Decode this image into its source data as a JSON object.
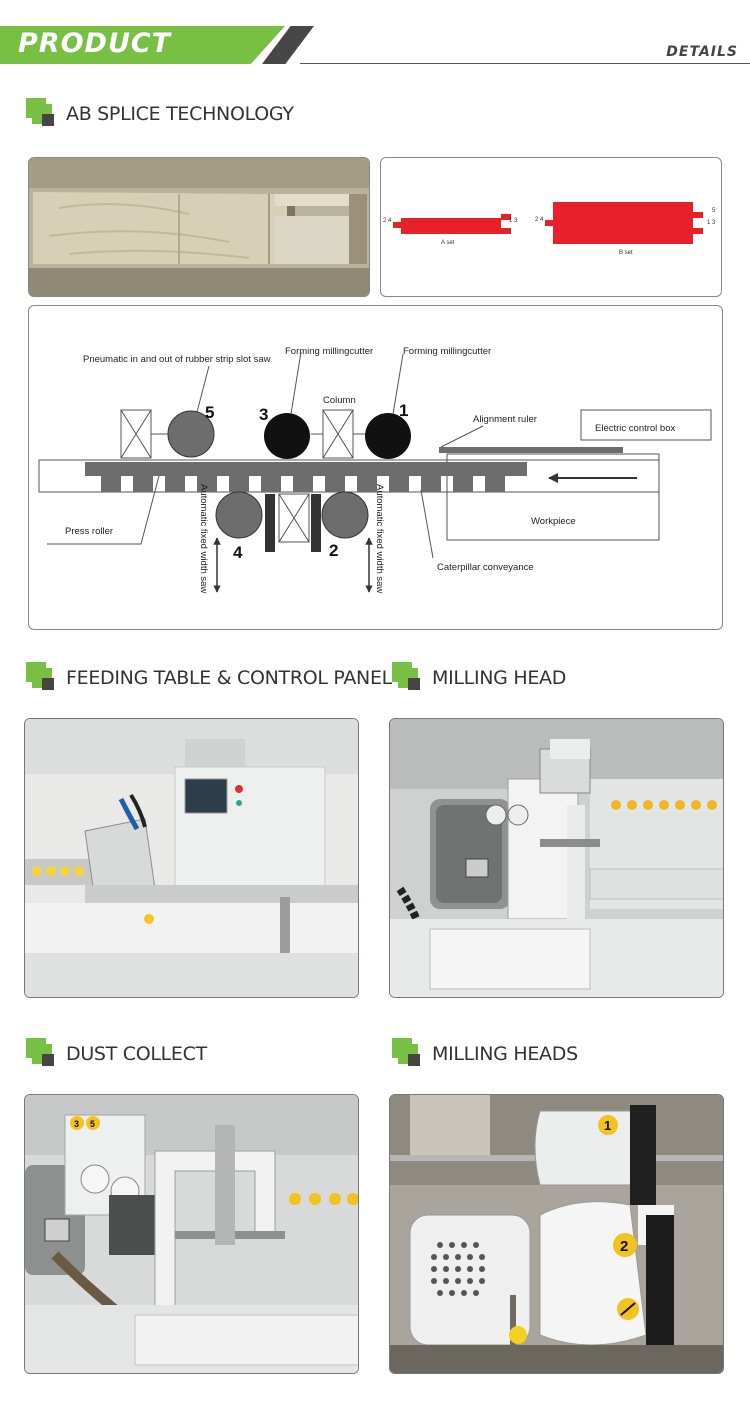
{
  "header": {
    "title": "PRODUCT",
    "details": "DETAILS"
  },
  "sections": {
    "ab_splice": "AB SPLICE TECHNOLOGY",
    "feeding": "FEEDING TABLE & CONTROL PANEL",
    "milling_head": "MILLING HEAD",
    "dust": "DUST COLLECT",
    "milling_heads": "MILLING HEADS"
  },
  "sets_diagram": {
    "a_set": "A set",
    "b_set": "B set",
    "a_left": "2  4",
    "a_right": "1  3",
    "b_left": "2  4",
    "b_right_top": "5",
    "b_right_bottom": "1  3"
  },
  "machine_diagram": {
    "rubber_slot_saw": "Pneumatic in and out of rubber strip slot saw",
    "forming_cutter_1": "Forming millingcutter",
    "forming_cutter_2": "Forming millingcutter",
    "column": "Column",
    "alignment_ruler": "Alignment ruler",
    "electric_box": "Electric control box",
    "press_roller": "Press roller",
    "workpiece": "Workpiece",
    "caterpillar": "Caterpillar conveyance",
    "fixed_saw_left": "Automatic fixed width saw",
    "fixed_saw_right": "Automatic fixed width saw",
    "num_1": "1",
    "num_2": "2",
    "num_3": "3",
    "num_4": "4",
    "num_5": "5"
  },
  "photo_labels": {
    "milling_1": "1",
    "milling_2": "2",
    "dust_1": "3",
    "dust_2": "5"
  },
  "colors": {
    "accent": "#77c043",
    "dark": "#474747",
    "red_profile": "#e8202a"
  }
}
